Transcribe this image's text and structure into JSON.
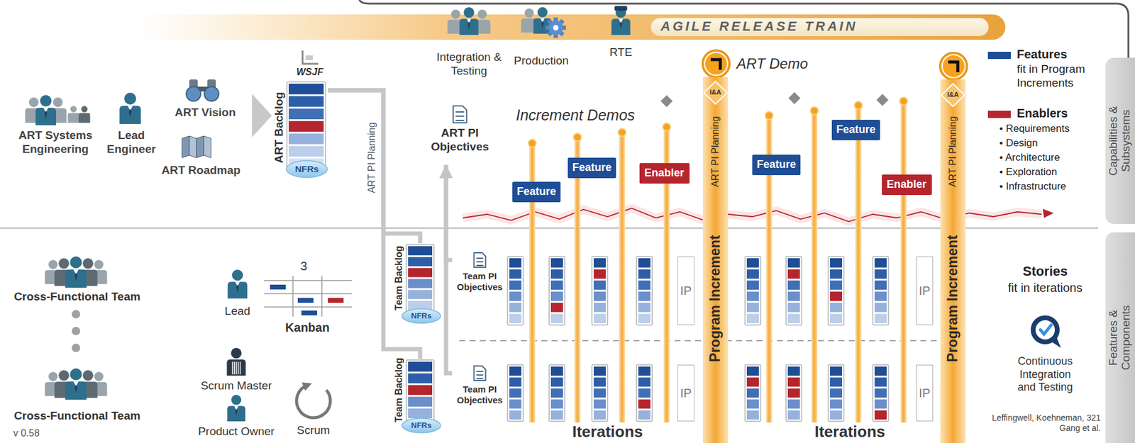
{
  "diagram": {
    "nodes": [
      {
        "text": [
          "ART Backlog"
        ]
      },
      {
        "text": [
          "NFRs"
        ],
        "in": 0
      },
      {
        "text": [
          "ART PI Objectives"
        ]
      },
      {
        "text": [
          "Team Backlog"
        ]
      },
      {
        "text": [
          "NFRs"
        ],
        "in": 3
      },
      {
        "text": [
          "Team PI Objectives"
        ]
      },
      {
        "text": [
          "Team Backlog"
        ]
      },
      {
        "text": [
          "NFRs"
        ],
        "in": 6
      },
      {
        "text": [
          "Team PI Objectives"
        ]
      },
      {
        "text": [
          "Feature"
        ]
      },
      {
        "text": [
          "Feature"
        ]
      },
      {
        "text": [
          "Enabler"
        ]
      },
      {
        "text": [
          "ART PI Planning",
          "Program Increment"
        ]
      },
      {
        "text": [
          "I&A"
        ],
        "in": 12
      },
      {
        "text": [
          "Feature"
        ]
      },
      {
        "text": [
          "Feature"
        ]
      },
      {
        "text": [
          "Enabler"
        ]
      },
      {
        "text": [
          "ART PI Planning",
          "Program Increment"
        ]
      },
      {
        "text": [
          "I&A"
        ],
        "in": 17
      },
      {
        "text": [
          "IP"
        ]
      },
      {
        "text": [
          "IP"
        ]
      },
      {
        "text": [
          "IP"
        ]
      },
      {
        "text": [
          "IP"
        ]
      },
      {
        "text": [
          "Capabilities & Subsystems"
        ]
      },
      {
        "text": [
          "Features & Components"
        ]
      }
    ],
    "edges": [
      {
        "from": 0,
        "to": 3,
        "arrow": "none",
        "label": "ART PI Planning"
      },
      {
        "from": 0,
        "to": 6,
        "arrow": "none"
      },
      {
        "from": 5,
        "to": 2,
        "arrow": "to"
      },
      {
        "from": 8,
        "to": 2,
        "arrow": "to"
      }
    ],
    "labels": [
      "AGILE RELEASE TRAIN",
      "Integration & Testing",
      "Production",
      "RTE",
      "ART Demo",
      "ART Systems Engineering",
      "Lead Engineer",
      "ART Vision",
      "ART Roadmap",
      "WSJF",
      "Increment Demos",
      "fit in Program Increments",
      "• Requirements",
      "• Design",
      "• Architecture",
      "• Exploration",
      "• Infrastructure",
      "Cross-Functional Team",
      "Cross-Functional Team",
      "Lead",
      "3",
      "Kanban",
      "Scrum Master",
      "Product Owner",
      "Scrum",
      "Iterations",
      "Iterations",
      "Stories",
      "fit in iterations",
      "Continuous Integration and Testing",
      "Leffingwell, Koehneman, 321 Gang et al.",
      "v 0.58"
    ],
    "legend": [
      {
        "text": "Features",
        "color": "#1f4e96"
      },
      {
        "text": "Enablers",
        "color": "#b5252e"
      }
    ]
  }
}
